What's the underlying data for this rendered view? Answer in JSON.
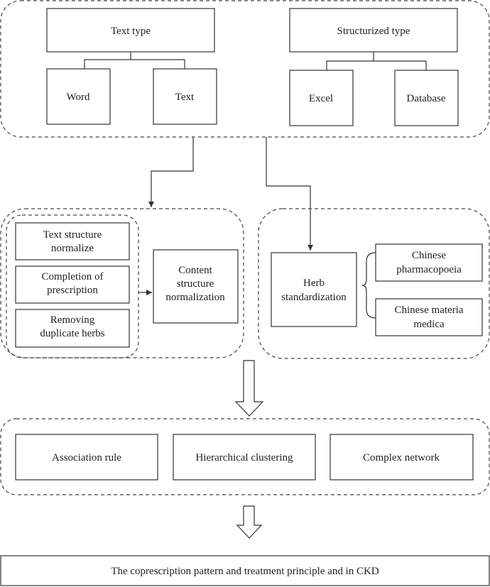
{
  "source": {
    "text_type": "Text type",
    "word": "Word",
    "text": "Text",
    "structurized_type": "Structurized type",
    "excel": "Excel",
    "database": "Database"
  },
  "normalization": {
    "text_structure": [
      "Text structure",
      "normalize"
    ],
    "completion": [
      "Completion of",
      "prescription"
    ],
    "removing": [
      "Removing",
      "duplicate herbs"
    ],
    "content": [
      "Content",
      "structure",
      "normalization"
    ]
  },
  "herb": {
    "standardization": [
      "Herb",
      "standardization"
    ],
    "pharmacopoeia": [
      "Chinese",
      "pharmacopoeia"
    ],
    "materia_medica": [
      "Chinese materia",
      "medica"
    ]
  },
  "analysis": {
    "association": "Association rule",
    "clustering": "Hierarchical clustering",
    "network": "Complex network"
  },
  "result": "The coprescription pattern and treatment principle and in CKD"
}
